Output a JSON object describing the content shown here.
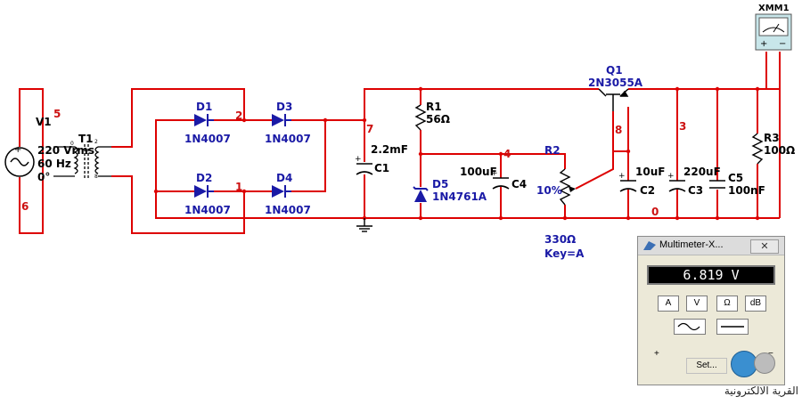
{
  "schematic": {
    "source": {
      "ref": "V1",
      "voltage": "220 Vrms",
      "freq": "60 Hz",
      "phase": "0°"
    },
    "transformer": {
      "ref": "T1",
      "pins": [
        "0",
        "2",
        "8"
      ]
    },
    "diodes": [
      {
        "ref": "D1",
        "model": "1N4007"
      },
      {
        "ref": "D2",
        "model": "1N4007"
      },
      {
        "ref": "D3",
        "model": "1N4007"
      },
      {
        "ref": "D4",
        "model": "1N4007"
      }
    ],
    "c1": {
      "ref": "C1",
      "value": "2.2mF"
    },
    "r1": {
      "ref": "R1",
      "value": "56Ω"
    },
    "zener": {
      "ref": "D5",
      "model": "1N4761A"
    },
    "c4": {
      "ref": "C4",
      "value": "100uF"
    },
    "pot": {
      "ref": "R2",
      "percent": "10%",
      "value": "330Ω",
      "key": "Key=A"
    },
    "transistor": {
      "ref": "Q1",
      "model": "2N3055A"
    },
    "c2": {
      "ref": "C2",
      "value": "10uF"
    },
    "c3": {
      "ref": "C3",
      "value": "220uF"
    },
    "c5": {
      "ref": "C5",
      "value": "100nF"
    },
    "r3": {
      "ref": "R3",
      "value": "100Ω"
    },
    "meter_ref": "XMM1",
    "nodes": [
      "5",
      "6",
      "2",
      "1",
      "7",
      "4",
      "8",
      "3",
      "0"
    ]
  },
  "multimeter": {
    "title": "Multimeter-X...",
    "close": "✕",
    "reading": "6.819 V",
    "buttons": [
      "A",
      "V",
      "Ω",
      "dB"
    ],
    "set_label": "Set...",
    "plus": "+",
    "minus": "−"
  },
  "watermark": "القرية الالكترونية",
  "colors": {
    "wire": "#dd0000",
    "component": "#1a1aa6",
    "net_label": "#cc1111"
  }
}
